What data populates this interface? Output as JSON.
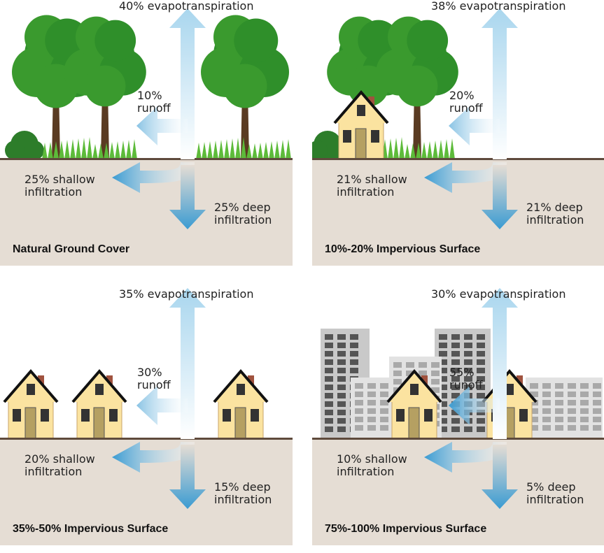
{
  "panels": [
    {
      "title": "Natural Ground Cover",
      "scene": "natural",
      "evapotranspiration": "40% evapotranspiration",
      "runoff_pct": "10%",
      "runoff_label": "runoff",
      "shallow_pct": "25% shallow",
      "shallow_label": "infiltration",
      "deep_pct": "25% deep",
      "deep_label": "infiltration",
      "values": {
        "evapotranspiration": 40,
        "runoff": 10,
        "shallow_infiltration": 25,
        "deep_infiltration": 25
      }
    },
    {
      "title": "10%-20% Impervious Surface",
      "scene": "light",
      "evapotranspiration": "38% evapotranspiration",
      "runoff_pct": "20%",
      "runoff_label": "runoff",
      "shallow_pct": "21% shallow",
      "shallow_label": "infiltration",
      "deep_pct": "21% deep",
      "deep_label": "infiltration",
      "values": {
        "evapotranspiration": 38,
        "runoff": 20,
        "shallow_infiltration": 21,
        "deep_infiltration": 21
      }
    },
    {
      "title": "35%-50% Impervious Surface",
      "scene": "suburban",
      "evapotranspiration": "35% evapotranspiration",
      "runoff_pct": "30%",
      "runoff_label": "runoff",
      "shallow_pct": "20% shallow",
      "shallow_label": "infiltration",
      "deep_pct": "15% deep",
      "deep_label": "infiltration",
      "values": {
        "evapotranspiration": 35,
        "runoff": 30,
        "shallow_infiltration": 20,
        "deep_infiltration": 15
      }
    },
    {
      "title": "75%-100% Impervious Surface",
      "scene": "urban",
      "evapotranspiration": "30% evapotranspiration",
      "runoff_pct": "55%",
      "runoff_label": "runoff",
      "shallow_pct": "10% shallow",
      "shallow_label": "infiltration",
      "deep_pct": "5% deep",
      "deep_label": "infiltration",
      "values": {
        "evapotranspiration": 30,
        "runoff": 55,
        "shallow_infiltration": 10,
        "deep_infiltration": 5
      }
    }
  ],
  "colors": {
    "ground": "#e5ddd4",
    "ground_line": "#5e4a3c",
    "arrow": "#3a9bd2",
    "arrow_light": "#cfe8f5",
    "tree": "#2f8f2a",
    "grass": "#5dbb3a",
    "house": "#fbe3a0",
    "building": "#c9c9c9"
  }
}
